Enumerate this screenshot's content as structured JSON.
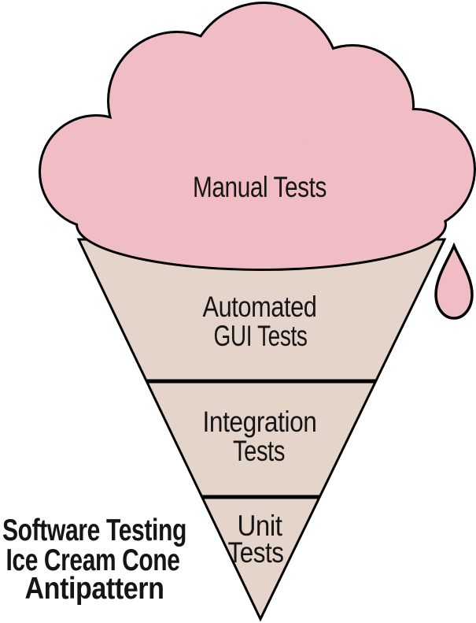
{
  "diagram": {
    "scoop": {
      "label": "Manual Tests"
    },
    "cone_sections": [
      {
        "line1": "Automated",
        "line2": "GUI Tests"
      },
      {
        "line1": "Integration",
        "line2": "Tests"
      },
      {
        "line1": "Unit",
        "line2": "Tests"
      }
    ],
    "caption": {
      "line1": "Software Testing",
      "line2": "Ice Cream Cone",
      "line3": "Antipattern"
    },
    "colors": {
      "ice_cream": "#EFBDC3",
      "cone": "#E5D4CA",
      "outline": "#000000",
      "text": "#151515"
    }
  }
}
